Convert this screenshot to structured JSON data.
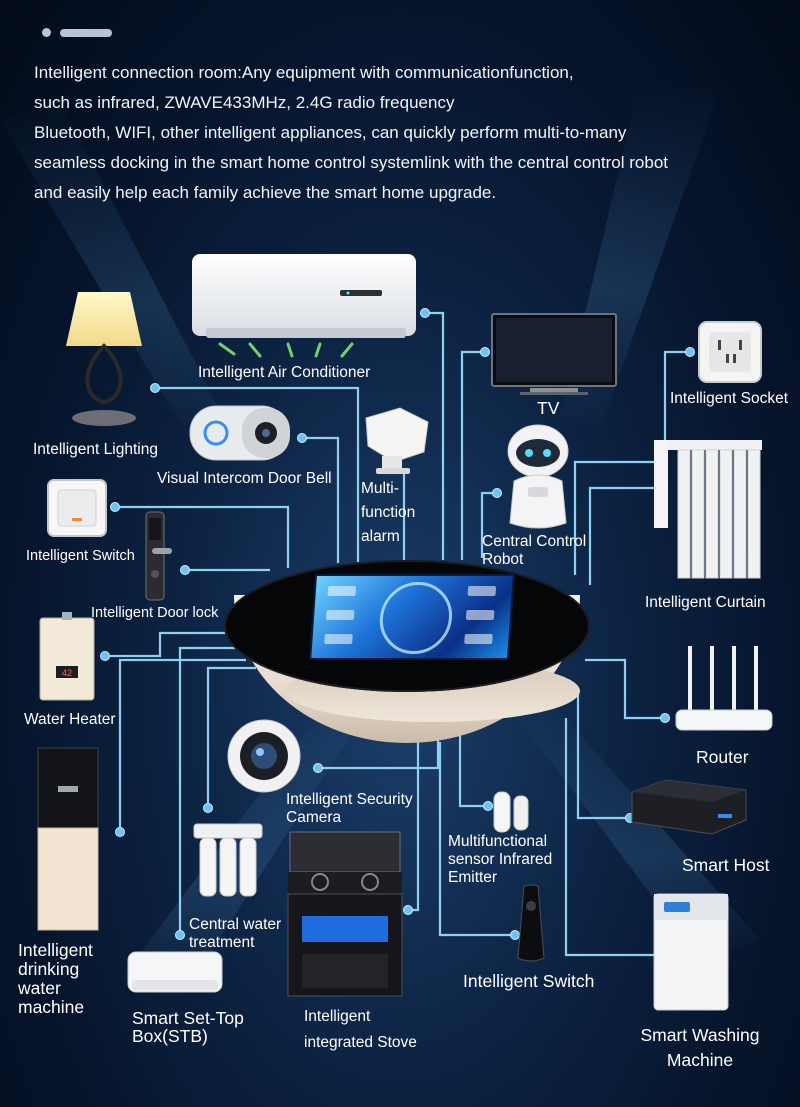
{
  "intro": {
    "lines": [
      "Intelligent connection room:Any equipment with communicationfunction,",
      "such as infrared, ZWAVE433MHz, 2.4G radio frequency",
      "Bluetooth, WIFI, other intelligent appliances, can quickly perform multi-to-many",
      "seamless docking in the smart home control systemlink with the central control robot",
      "and easily help each family achieve the smart home upgrade."
    ]
  },
  "devices": {
    "air_conditioner": "Intelligent Air Conditioner",
    "tv": "TV",
    "socket": "Intelligent Socket",
    "lighting": "Intelligent Lighting",
    "door_bell": "Visual Intercom Door Bell",
    "alarm": "Multi-function alarm",
    "robot": "Central Control Robot",
    "curtain": "Intelligent Curtain",
    "switch_left": "Intelligent Switch",
    "door_lock": "Intelligent Door lock",
    "water_heater": "Water Heater",
    "router": "Router",
    "security_camera": "Intelligent Security Camera",
    "sensor": "Multifunctional sensor Infrared Emitter",
    "smart_host": "Smart Host",
    "drinking_water": "Intelligent drinking water machine",
    "water_treatment": "Central water treatment",
    "stove": "Intelligent integrated Stove",
    "switch_bottom": "Intelligent Switch",
    "set_top_box": "Smart Set-Top Box(STB)",
    "washing_machine": "Smart Washing Machine"
  },
  "colors": {
    "line": "#8fd0f2",
    "node": "#6ec3f0",
    "background": "#0d2444"
  }
}
